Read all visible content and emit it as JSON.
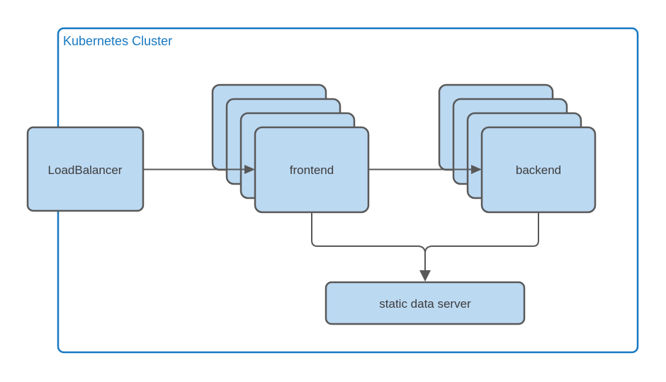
{
  "diagram": {
    "title": "Kubernetes Cluster",
    "type": "architecture-diagram",
    "nodes": {
      "load_balancer": {
        "label": "LoadBalancer"
      },
      "frontend": {
        "label": "frontend",
        "replicas": 4
      },
      "backend": {
        "label": "backend",
        "replicas": 4
      },
      "static_data_server": {
        "label": "static data server"
      }
    },
    "edges": [
      {
        "from": "LoadBalancer",
        "to": "frontend"
      },
      {
        "from": "frontend",
        "to": "backend"
      },
      {
        "from": "frontend",
        "to": "static data server"
      },
      {
        "from": "backend",
        "to": "static data server"
      }
    ],
    "colors": {
      "cluster_border": "#1779c2",
      "cluster_title": "#1779c2",
      "node_fill": "#bcd9f2",
      "node_border": "#595959",
      "connector": "#595959",
      "label_text": "#3c3c3c",
      "background": "#ffffff"
    }
  }
}
